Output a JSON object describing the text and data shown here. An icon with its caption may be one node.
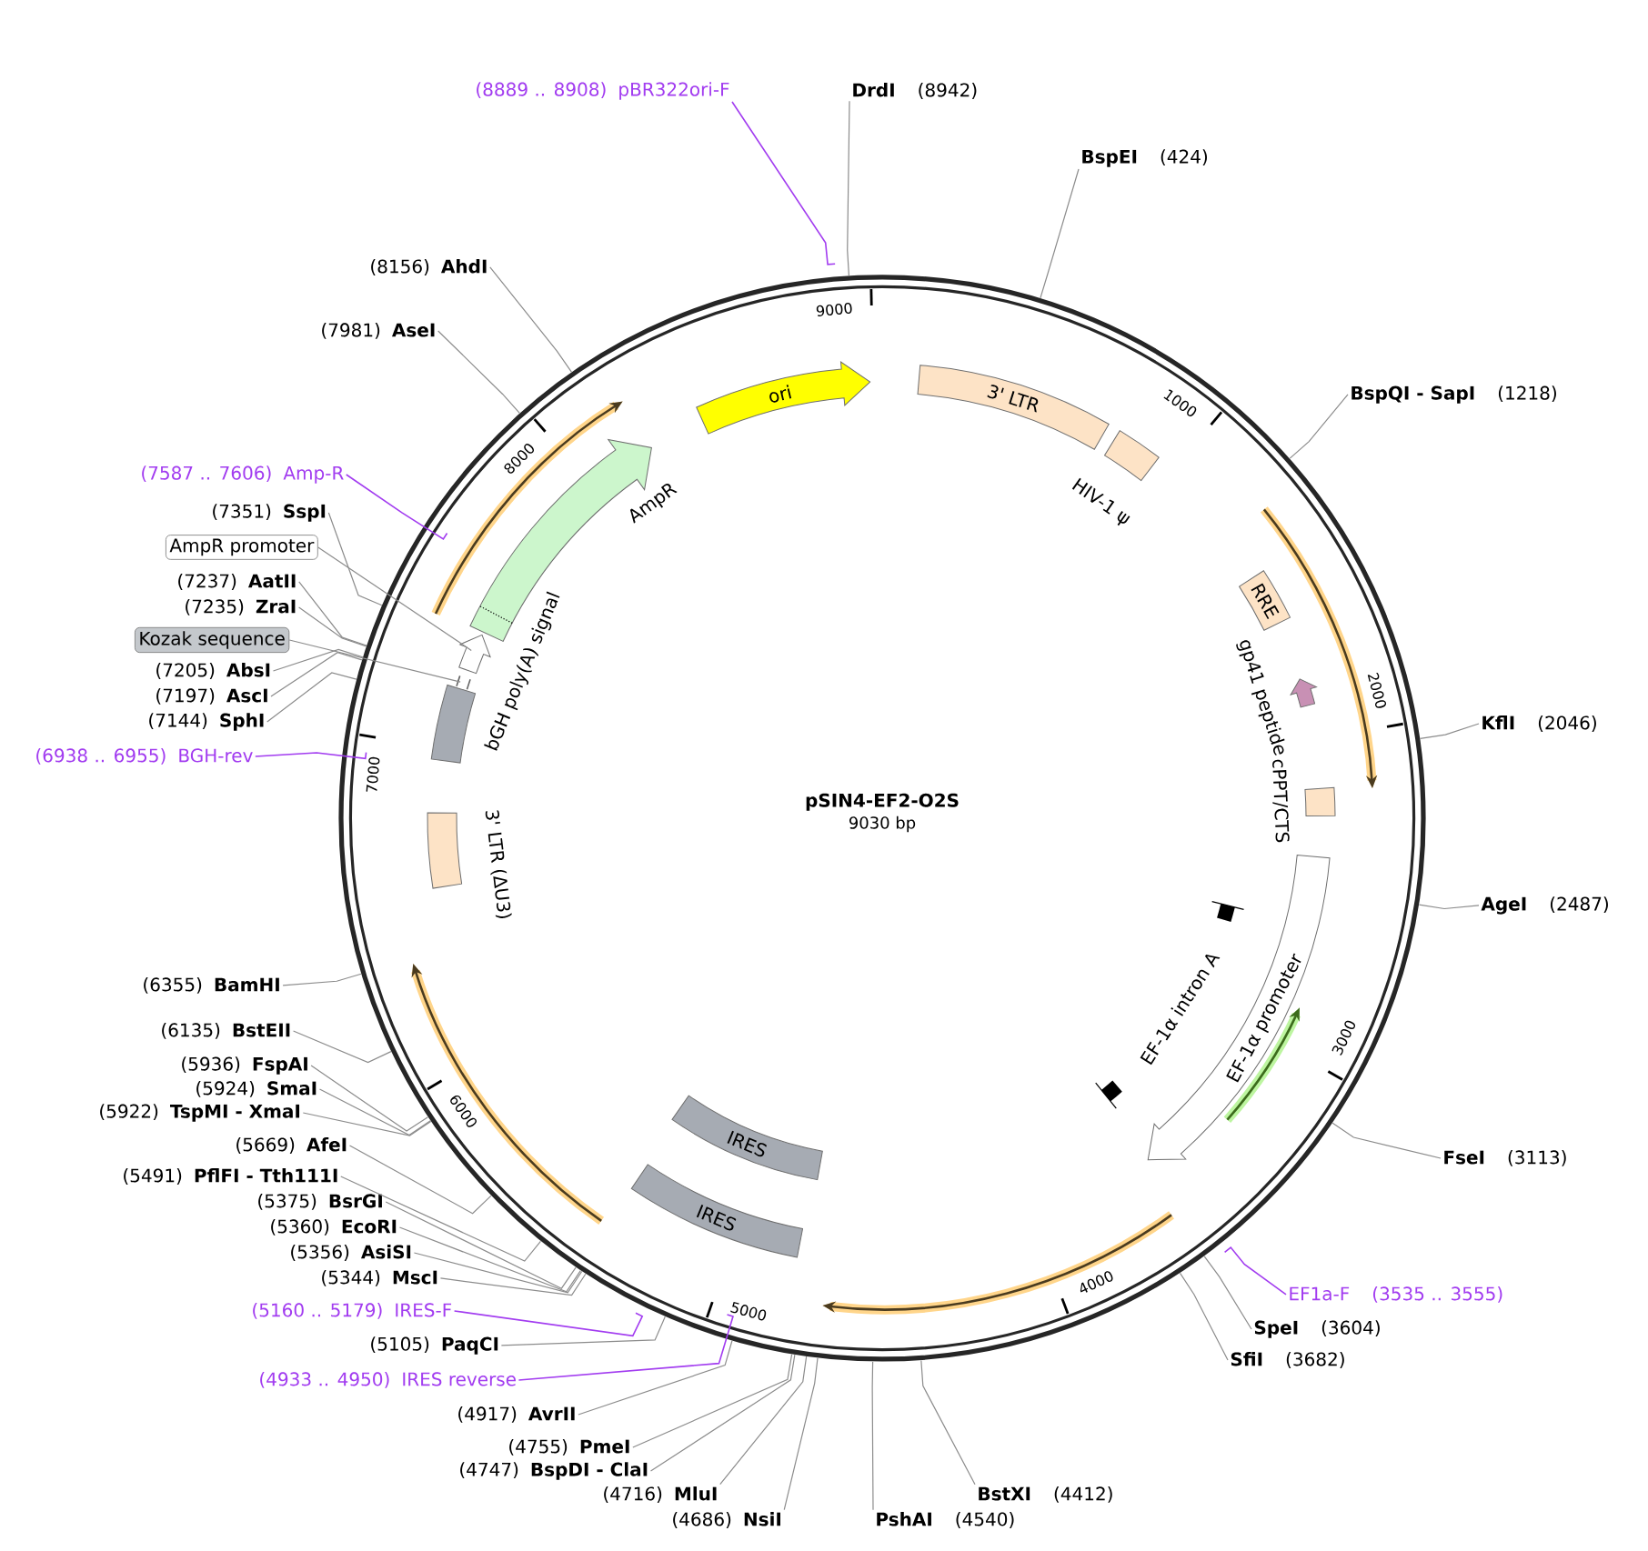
{
  "diagram": {
    "nodes": [
      {
        "text": [
          "pSIN4-EF2-O2S",
          "9030 bp"
        ]
      },
      {
        "text": [
          "ori"
        ],
        "in": 0
      },
      {
        "text": [
          "3' LTR"
        ],
        "in": 0
      },
      {
        "text": [],
        "shape": "box",
        "beside": [
          "HIV-1 ψ"
        ],
        "in": 0
      },
      {
        "text": [
          "RRE"
        ],
        "in": 0
      },
      {
        "text": [],
        "shape": "arrow",
        "beside": [
          "gp41 peptide"
        ],
        "in": 0
      },
      {
        "text": [],
        "shape": "box",
        "beside": [
          "cPPT/CTS"
        ],
        "in": 0
      },
      {
        "text": [
          "EF-1α promoter"
        ],
        "in": 0
      },
      {
        "text": [
          "EF-1α intron A"
        ],
        "in": 0
      },
      {
        "text": [
          "IRES"
        ],
        "in": 0
      },
      {
        "text": [
          "IRES"
        ],
        "in": 0
      },
      {
        "text": [],
        "shape": "box",
        "beside": [
          "3' LTR (ΔU3)"
        ],
        "in": 0
      },
      {
        "text": [],
        "shape": "box",
        "beside": [
          "bGH poly(A) signal"
        ],
        "in": 0
      },
      {
        "text": [],
        "shape": "bar",
        "in": 0
      },
      {
        "text": [],
        "shape": "arrow",
        "in": 0
      },
      {
        "text": [],
        "shape": "arrow",
        "beside": [
          "AmpR"
        ],
        "in": 0
      },
      {
        "text": [
          "(8889 .. 8908)",
          "pBR322ori-F"
        ]
      },
      {
        "text": [
          "DrdI",
          "(8942)"
        ]
      },
      {
        "text": [
          "BspEI",
          "(424)"
        ]
      },
      {
        "text": [
          "BspQI - SapI",
          "(1218)"
        ]
      },
      {
        "text": [
          "KflI",
          "(2046)"
        ]
      },
      {
        "text": [
          "AgeI",
          "(2487)"
        ]
      },
      {
        "text": [
          "FseI",
          "(3113)"
        ]
      },
      {
        "text": [
          "EF1a-F",
          "(3535 .. 3555)"
        ]
      },
      {
        "text": [
          "SpeI",
          "(3604)"
        ]
      },
      {
        "text": [
          "SfiI",
          "(3682)"
        ]
      },
      {
        "text": [
          "BstXI",
          "(4412)"
        ]
      },
      {
        "text": [
          "PshAI",
          "(4540)"
        ]
      },
      {
        "text": [
          "(4686)",
          "NsiI"
        ]
      },
      {
        "text": [
          "(4716)",
          "MluI"
        ]
      },
      {
        "text": [
          "(4747)",
          "BspDI - ClaI"
        ]
      },
      {
        "text": [
          "(4755)",
          "PmeI"
        ]
      },
      {
        "text": [
          "(4917)",
          "AvrII"
        ]
      },
      {
        "text": [
          "(4933 .. 4950)",
          "IRES reverse"
        ]
      },
      {
        "text": [
          "(5105)",
          "PaqCI"
        ]
      },
      {
        "text": [
          "(5160 .. 5179)",
          "IRES-F"
        ]
      },
      {
        "text": [
          "(5344)",
          "MscI"
        ]
      },
      {
        "text": [
          "(5356)",
          "AsiSI"
        ]
      },
      {
        "text": [
          "(5360)",
          "EcoRI"
        ]
      },
      {
        "text": [
          "(5375)",
          "BsrGI"
        ]
      },
      {
        "text": [
          "(5491)",
          "PflFI - Tth111I"
        ]
      },
      {
        "text": [
          "(5669)",
          "AfeI"
        ]
      },
      {
        "text": [
          "(5922)",
          "TspMI - XmaI"
        ]
      },
      {
        "text": [
          "(5924)",
          "SmaI"
        ]
      },
      {
        "text": [
          "(5936)",
          "FspAI"
        ]
      },
      {
        "text": [
          "(6135)",
          "BstEII"
        ]
      },
      {
        "text": [
          "(6355)",
          "BamHI"
        ]
      },
      {
        "text": [
          "(6938 .. 6955)",
          "BGH-rev"
        ]
      },
      {
        "text": [
          "(7144)",
          "SphI"
        ]
      },
      {
        "text": [
          "(7197)",
          "AscI"
        ]
      },
      {
        "text": [
          "(7205)",
          "AbsI"
        ]
      },
      {
        "text": [
          "Kozak sequence"
        ]
      },
      {
        "text": [
          "(7235)",
          "ZraI"
        ]
      },
      {
        "text": [
          "(7237)",
          "AatII"
        ]
      },
      {
        "text": [
          "AmpR promoter"
        ]
      },
      {
        "text": [
          "(7351)",
          "SspI"
        ]
      },
      {
        "text": [
          "(7587 .. 7606)",
          "Amp-R"
        ]
      },
      {
        "text": [
          "(7981)",
          "AseI"
        ]
      },
      {
        "text": [
          "(8156)",
          "AhdI"
        ]
      }
    ],
    "edges": [
      {
        "from": 16,
        "to": 0,
        "arrow": "none",
        "color": "#a23cf0"
      },
      {
        "from": 17,
        "to": 0,
        "arrow": "none"
      },
      {
        "from": 18,
        "to": 0,
        "arrow": "none"
      },
      {
        "from": 19,
        "to": 0,
        "arrow": "none"
      },
      {
        "from": 20,
        "to": 0,
        "arrow": "none"
      },
      {
        "from": 21,
        "to": 0,
        "arrow": "none"
      },
      {
        "from": 22,
        "to": 0,
        "arrow": "none"
      },
      {
        "from": 23,
        "to": 0,
        "arrow": "none",
        "color": "#a23cf0"
      },
      {
        "from": 24,
        "to": 0,
        "arrow": "none"
      },
      {
        "from": 25,
        "to": 0,
        "arrow": "none"
      },
      {
        "from": 26,
        "to": 0,
        "arrow": "none"
      },
      {
        "from": 27,
        "to": 0,
        "arrow": "none"
      },
      {
        "from": 28,
        "to": 0,
        "arrow": "none"
      },
      {
        "from": 29,
        "to": 0,
        "arrow": "none"
      },
      {
        "from": 30,
        "to": 0,
        "arrow": "none"
      },
      {
        "from": 31,
        "to": 0,
        "arrow": "none"
      },
      {
        "from": 32,
        "to": 0,
        "arrow": "none"
      },
      {
        "from": 33,
        "to": 0,
        "arrow": "none",
        "color": "#a23cf0"
      },
      {
        "from": 34,
        "to": 0,
        "arrow": "none"
      },
      {
        "from": 35,
        "to": 0,
        "arrow": "none",
        "color": "#a23cf0"
      },
      {
        "from": 36,
        "to": 0,
        "arrow": "none"
      },
      {
        "from": 37,
        "to": 0,
        "arrow": "none"
      },
      {
        "from": 38,
        "to": 0,
        "arrow": "none"
      },
      {
        "from": 39,
        "to": 0,
        "arrow": "none"
      },
      {
        "from": 40,
        "to": 0,
        "arrow": "none"
      },
      {
        "from": 41,
        "to": 0,
        "arrow": "none"
      },
      {
        "from": 42,
        "to": 0,
        "arrow": "none"
      },
      {
        "from": 43,
        "to": 0,
        "arrow": "none"
      },
      {
        "from": 44,
        "to": 0,
        "arrow": "none"
      },
      {
        "from": 45,
        "to": 0,
        "arrow": "none"
      },
      {
        "from": 46,
        "to": 0,
        "arrow": "none"
      },
      {
        "from": 47,
        "to": 0,
        "arrow": "none",
        "color": "#a23cf0"
      },
      {
        "from": 48,
        "to": 0,
        "arrow": "none"
      },
      {
        "from": 49,
        "to": 0,
        "arrow": "none"
      },
      {
        "from": 50,
        "to": 0,
        "arrow": "none"
      },
      {
        "from": 51,
        "to": 13,
        "arrow": "none"
      },
      {
        "from": 52,
        "to": 0,
        "arrow": "none"
      },
      {
        "from": 53,
        "to": 0,
        "arrow": "none"
      },
      {
        "from": 54,
        "to": 14,
        "arrow": "none"
      },
      {
        "from": 55,
        "to": 0,
        "arrow": "none"
      },
      {
        "from": 56,
        "to": 0,
        "arrow": "none",
        "color": "#a23cf0"
      },
      {
        "from": 57,
        "to": 0,
        "arrow": "none"
      },
      {
        "from": 58,
        "to": 0,
        "arrow": "none"
      }
    ],
    "labels": [
      "1000",
      "2000",
      "3000",
      "4000",
      "5000",
      "6000",
      "7000",
      "8000",
      "9000"
    ]
  }
}
